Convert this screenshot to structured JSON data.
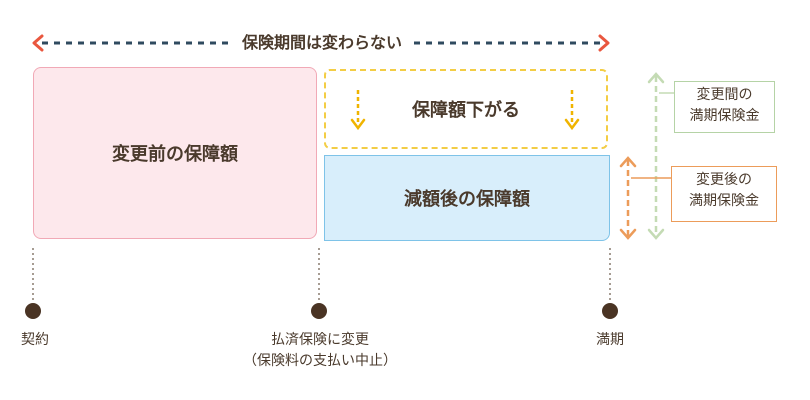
{
  "period": {
    "label": "保険期間は変わらない",
    "arrow_color": "#e9573f",
    "line_color": "#2f4a5f"
  },
  "boxes": {
    "before": {
      "label": "変更前の保障額",
      "fill": "#fde8ec",
      "border": "#f1a9b6"
    },
    "drop": {
      "label": "保障額下がる",
      "border": "#f3cd45",
      "arrow_color": "#f0b400"
    },
    "after": {
      "label": "減額後の保障額",
      "fill": "#d8eefb",
      "border": "#7ec3e8"
    }
  },
  "notes": {
    "before_maturity": {
      "line1": "変更間の",
      "line2": "満期保険金",
      "color": "#b5d3a6"
    },
    "after_maturity": {
      "line1": "変更後の",
      "line2": "満期保険金",
      "color": "#ec9c5a"
    }
  },
  "timeline": {
    "start": "契約",
    "change_line1": "払済保険に変更",
    "change_line2": "（保険料の支払い中止）",
    "end": "満期",
    "dot_color": "#4a3424"
  }
}
